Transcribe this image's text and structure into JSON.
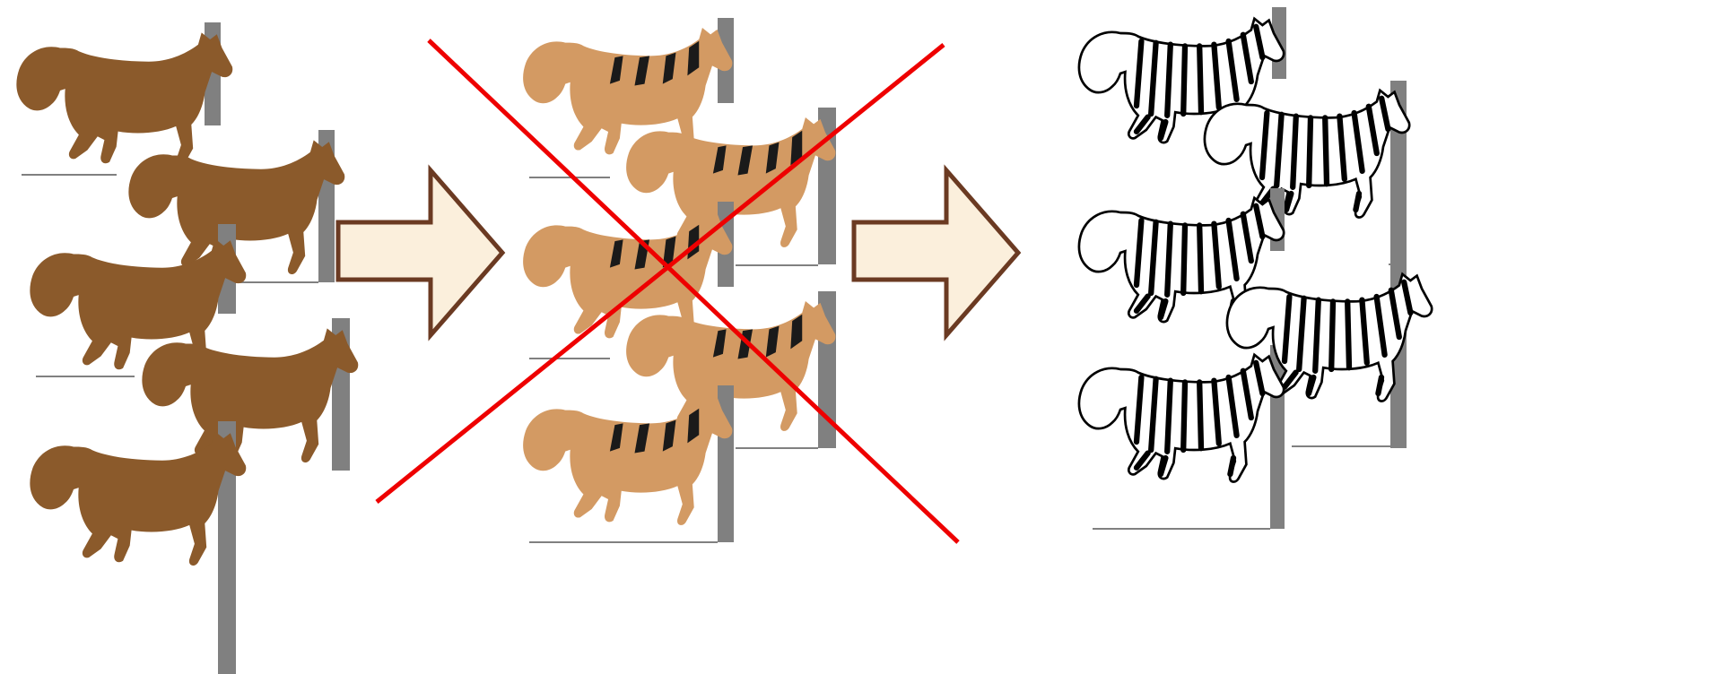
{
  "panels": [
    {
      "id": "horses",
      "kind": "horse",
      "count": 5,
      "fill": "#8b5a2b",
      "crossed_out": false
    },
    {
      "id": "striped-horses",
      "kind": "striped-horse",
      "count": 5,
      "fill": "#d39a63",
      "stripe": "#1a1a1a",
      "crossed_out": true
    },
    {
      "id": "zebras",
      "kind": "zebra",
      "count": 5,
      "fill": "#ffffff",
      "stripe": "#000000",
      "crossed_out": false
    }
  ],
  "arrows": [
    {
      "id": "arrow-1",
      "fill": "#fbefdc",
      "stroke": "#6b3a22"
    },
    {
      "id": "arrow-2",
      "fill": "#fbefdc",
      "stroke": "#6b3a22"
    }
  ],
  "cross": {
    "color": "#ee0000"
  },
  "bar_color": "#808080"
}
